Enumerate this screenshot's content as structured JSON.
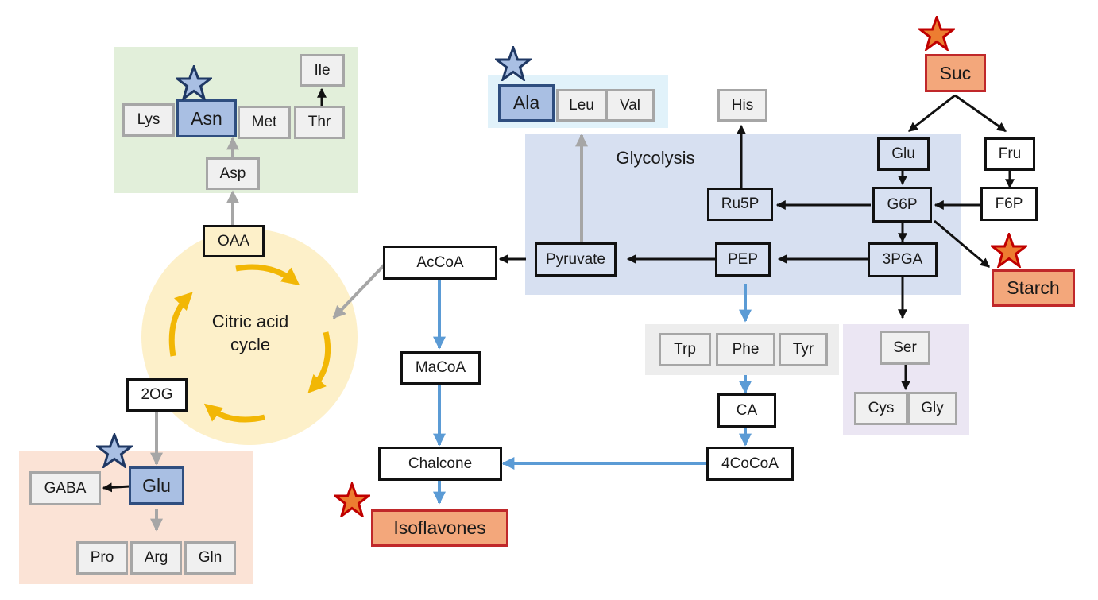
{
  "colors": {
    "blue_highlight_fill": "#a9bfe3",
    "blue_highlight_border": "#2f4e7f",
    "red_highlight_fill": "#f3a77b",
    "red_highlight_border": "#c0282a",
    "glycolysis_bg": "#d7e0f1",
    "asp_family_bg": "#e2efda",
    "pyruvate_family_bg": "#e1f2fa",
    "glu_family_bg": "#fbe3d6",
    "aromatic_bg": "#ededed",
    "serine_bg": "#ebe6f3",
    "tca_bg": "#fdf0c9",
    "tca_arrow": "#f2b705",
    "phenylpropanoid_arrow": "#5b9bd5",
    "grey_arrow": "#a6a6a6"
  },
  "regions": {
    "glycolysis": {
      "label": "Glycolysis"
    },
    "tca": {
      "label_line1": "Citric acid",
      "label_line2": "cycle"
    }
  },
  "nodes": {
    "ile": "Ile",
    "lys": "Lys",
    "asn": "Asn",
    "met": "Met",
    "thr": "Thr",
    "asp": "Asp",
    "ala": "Ala",
    "leu": "Leu",
    "val": "Val",
    "his": "His",
    "suc": "Suc",
    "glu_sugar": "Glu",
    "fru": "Fru",
    "ru5p": "Ru5P",
    "g6p": "G6P",
    "f6p": "F6P",
    "acoa": "AcCoA",
    "pyruvate": "Pyruvate",
    "pep": "PEP",
    "pga3": "3PGA",
    "starch": "Starch",
    "oaa": "OAA",
    "og2": "2OG",
    "macoa": "MaCoA",
    "trp": "Trp",
    "phe": "Phe",
    "tyr": "Tyr",
    "ser": "Ser",
    "cys": "Cys",
    "gly": "Gly",
    "ca": "CA",
    "cocoa4": "4CoCoA",
    "chalcone": "Chalcone",
    "isoflavones": "Isoflavones",
    "gaba": "GABA",
    "glu_aa": "Glu",
    "pro": "Pro",
    "arg": "Arg",
    "gln": "Gln"
  },
  "highlights": {
    "increased_blue_star": [
      "Asn",
      "Ala",
      "Glu"
    ],
    "increased_red_star": [
      "Suc",
      "Starch",
      "Isoflavones"
    ]
  }
}
